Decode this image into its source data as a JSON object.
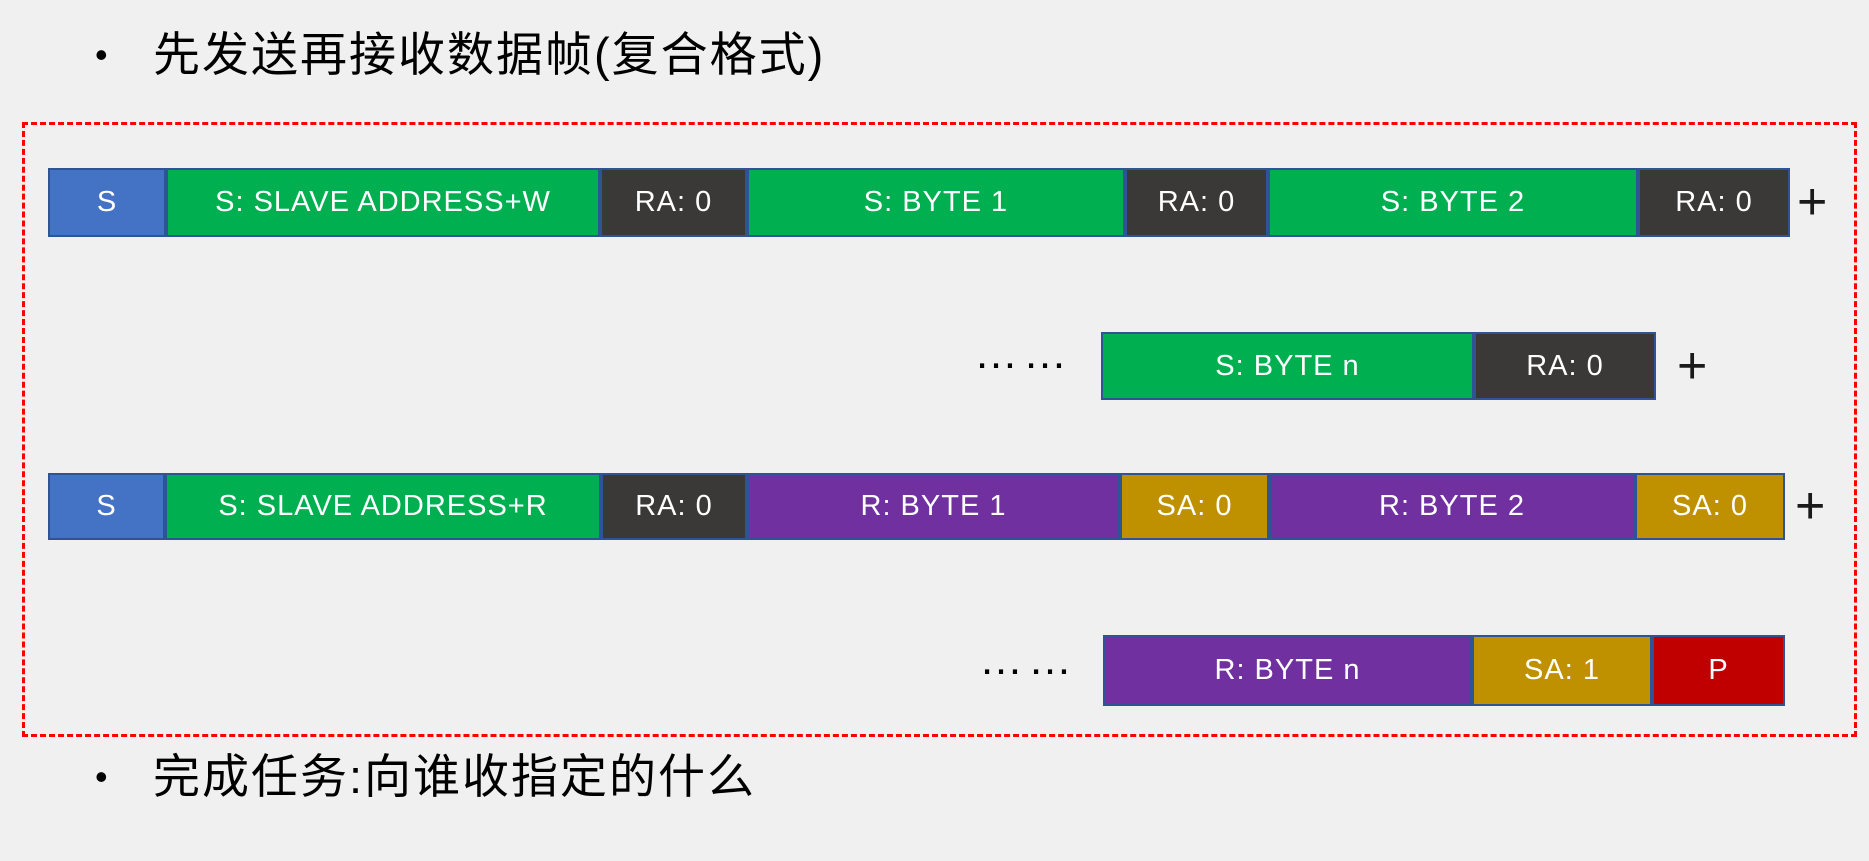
{
  "slide": {
    "bullets": {
      "marker": "•",
      "top": "先发送再接收数据帧(复合格式)",
      "bottom": "完成任务:向谁收指定的什么"
    },
    "ellipsis": "……",
    "plus": "+",
    "colors": {
      "background": "#F0F0F0",
      "start_blue": "#4472C4",
      "data_green": "#00B050",
      "ack_dark": "#3B3838",
      "data_purple": "#7030A0",
      "ack_gold": "#BF9000",
      "stop_red": "#C00000",
      "segment_border": "#2F5496",
      "frame_border_red": "#FF0000",
      "segment_text": "#FFFFFF"
    },
    "rows": [
      {
        "name": "write-frame",
        "segments": [
          {
            "label": "S"
          },
          {
            "label": "S: SLAVE ADDRESS+W"
          },
          {
            "label": "RA: 0"
          },
          {
            "label": "S: BYTE 1"
          },
          {
            "label": "RA: 0"
          },
          {
            "label": "S: BYTE 2"
          },
          {
            "label": "RA: 0"
          }
        ],
        "suffix": "+"
      },
      {
        "name": "write-frame-continued",
        "prefix": "……",
        "segments": [
          {
            "label": "S: BYTE n"
          },
          {
            "label": "RA: 0"
          }
        ],
        "suffix": "+"
      },
      {
        "name": "read-frame",
        "segments": [
          {
            "label": "S"
          },
          {
            "label": "S: SLAVE ADDRESS+R"
          },
          {
            "label": "RA: 0"
          },
          {
            "label": "R: BYTE 1"
          },
          {
            "label": "SA: 0"
          },
          {
            "label": "R: BYTE 2"
          },
          {
            "label": "SA: 0"
          }
        ],
        "suffix": "+"
      },
      {
        "name": "read-frame-end",
        "prefix": "……",
        "segments": [
          {
            "label": "R: BYTE n"
          },
          {
            "label": "SA: 1"
          },
          {
            "label": "P"
          }
        ]
      }
    ]
  }
}
